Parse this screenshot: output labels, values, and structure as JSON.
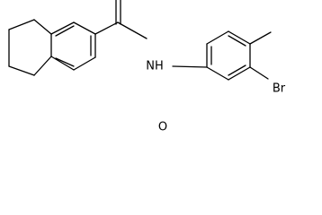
{
  "molecule": {
    "atoms": {
      "amide_nitrogen": "NH",
      "carbonyl_oxygen": "O",
      "bromine": "Br"
    }
  }
}
